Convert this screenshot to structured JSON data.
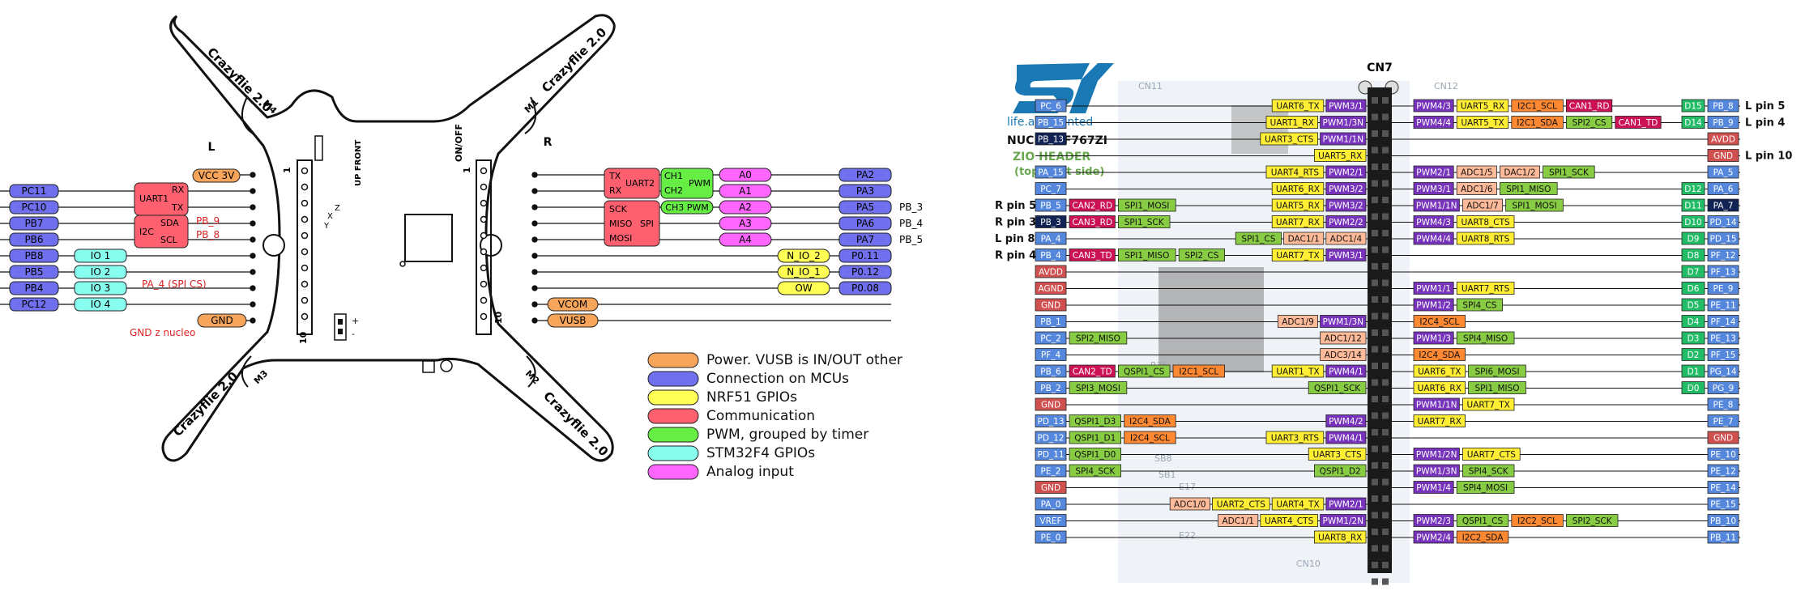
{
  "colors": {
    "power": "#f7a55a",
    "mcu": "#7070ee",
    "nrf": "#ffff55",
    "comm": "#ff6070",
    "pwm": "#66ee44",
    "stm": "#88ffee",
    "analog": "#ff66ff",
    "blue": "#5588dd",
    "red": "#d05050",
    "purple": "#7733bb",
    "yellow": "#ffee33",
    "salmon": "#ffbb99",
    "orange": "#ff8833",
    "green": "#88cc44",
    "darkgreen": "#44aa44",
    "magenta": "#cc1155",
    "navy": "#112255",
    "teal": "#22bb66",
    "annot_red": "#dd2222"
  },
  "left_diagram": {
    "header_L": "L",
    "header_R": "R",
    "arms": [
      "Crazyflie 2.0",
      "Crazyflie 2.0",
      "Crazyflie 2.0",
      "Crazyflie 2.0"
    ],
    "motors": [
      "M4",
      "M1",
      "M3",
      "M2"
    ],
    "front_label": "UP FRONT",
    "onoff_label": "ON/OFF",
    "pin_1_left": "1",
    "pin_10_left": "10",
    "pin_1_right": "1",
    "pin_10_right": "10",
    "xyz": [
      "X",
      "Y",
      "Z"
    ],
    "plus": "+",
    "minus": "-",
    "left_tags": {
      "vcc": "VCC 3V",
      "pc11": "PC11",
      "pc10": "PC10",
      "pb7": "PB7",
      "pb6": "PB6",
      "pb8": "PB8",
      "pb5": "PB5",
      "pb4": "PB4",
      "pc12": "PC12",
      "io1": "IO 1",
      "io2": "IO 2",
      "io3": "IO 3",
      "io4": "IO 4",
      "gnd": "GND",
      "uart1": "UART1",
      "rx": "RX",
      "tx": "TX",
      "i2c": "I2C",
      "sda": "SDA",
      "scl": "SCL"
    },
    "left_annot": {
      "pb9": "PB_9",
      "pb8": "PB_8",
      "pa4": "PA_4 (SPI CS)",
      "gnd_nucleo": "GND z nucleo"
    },
    "right_tags": {
      "tx": "TX",
      "rx": "RX",
      "uart2": "UART2",
      "sck": "SCK",
      "miso": "MISO",
      "mosi": "MOSI",
      "spi": "SPI",
      "ch1": "CH1",
      "ch2": "CH2",
      "pwm": "PWM",
      "ch3pwm": "CH3 PWM",
      "a0": "A0",
      "a1": "A1",
      "a2": "A2",
      "a3": "A3",
      "a4": "A4",
      "pa2": "PA2",
      "pa3": "PA3",
      "pa5": "PA5",
      "pa6": "PA6",
      "pa7": "PA7",
      "nio2": "N_IO_2",
      "nio1": "N_IO_1",
      "ow": "OW",
      "p011": "P0.11",
      "p012": "P0.12",
      "p008": "P0.08",
      "vcom": "VCOM",
      "vusb": "VUSB"
    },
    "right_annot": {
      "pb3": "PB_3",
      "pb4": "PB_4",
      "pb5": "PB_5"
    },
    "legend": [
      {
        "color": "power",
        "label": "Power. VUSB is IN/OUT other"
      },
      {
        "color": "mcu",
        "label": "Connection on MCUs"
      },
      {
        "color": "nrf",
        "label": "NRF51 GPIOs"
      },
      {
        "color": "comm",
        "label": "Communication"
      },
      {
        "color": "pwm",
        "label": "PWM, grouped by timer"
      },
      {
        "color": "stm",
        "label": "STM32F4 GPIOs"
      },
      {
        "color": "analog",
        "label": "Analog input"
      }
    ]
  },
  "right_diagram": {
    "connector_title": "CN7",
    "logo_text": "ST",
    "tagline": "life.augmented",
    "board_name": "NUCLEO-F767ZI",
    "header_name": "ZIO HEADER",
    "header_side": "(top right side)",
    "board_labels": [
      "CN12",
      "CN11",
      "R36",
      "SB8",
      "SB1",
      "E17",
      "E22",
      "CN10"
    ],
    "rows": [
      {
        "left": [
          [
            "blue",
            "PC_6"
          ]
        ],
        "mid": [
          [
            "yellow",
            "UART6_TX"
          ],
          [
            "purple",
            "PWM3/1"
          ]
        ],
        "r": [
          [
            "purple",
            "PWM4/3"
          ],
          [
            "yellow",
            "UART5_RX"
          ],
          [
            "orange",
            "I2C1_SCL"
          ],
          [
            "magenta",
            "CAN1_RD"
          ]
        ],
        "pin": [
          [
            "teal",
            "D15"
          ],
          [
            "blue",
            "PB_8"
          ]
        ],
        "note": "L pin 5"
      },
      {
        "left": [
          [
            "blue",
            "PB_15"
          ]
        ],
        "mid": [
          [
            "yellow",
            "UART1_RX"
          ],
          [
            "purple",
            "PWM1/3N"
          ]
        ],
        "r": [
          [
            "purple",
            "PWM4/4"
          ],
          [
            "yellow",
            "UART5_TX"
          ],
          [
            "orange",
            "I2C1_SDA"
          ],
          [
            "green",
            "SPI2_CS"
          ],
          [
            "magenta",
            "CAN1_TD"
          ]
        ],
        "pin": [
          [
            "teal",
            "D14"
          ],
          [
            "blue",
            "PB_9"
          ]
        ],
        "note": "L pin 4"
      },
      {
        "left": [
          [
            "navy",
            "PB_13"
          ]
        ],
        "mid": [
          [
            "yellow",
            "UART3_CTS"
          ],
          [
            "purple",
            "PWM1/1N"
          ]
        ],
        "r": [],
        "pin": [
          [
            "red",
            "AVDD"
          ]
        ],
        "note": ""
      },
      {
        "left": [],
        "mid": [
          [
            "yellow",
            "UART5_RX"
          ]
        ],
        "r": [],
        "pin": [
          [
            "red",
            "GND"
          ]
        ],
        "note": "L pin 10"
      },
      {
        "left": [
          [
            "blue",
            "PA_15"
          ]
        ],
        "mid": [
          [
            "yellow",
            "UART4_RTS"
          ],
          [
            "purple",
            "PWM2/1"
          ]
        ],
        "r": [
          [
            "purple",
            "PWM2/1"
          ],
          [
            "salmon",
            "ADC1/5"
          ],
          [
            "salmon",
            "DAC1/2"
          ],
          [
            "green",
            "SPI1_SCK"
          ]
        ],
        "pin": [
          [
            "blue",
            "PA_5"
          ]
        ],
        "note": ""
      },
      {
        "left": [
          [
            "blue",
            "PC_7"
          ]
        ],
        "mid": [
          [
            "yellow",
            "UART6_RX"
          ],
          [
            "purple",
            "PWM3/2"
          ]
        ],
        "r": [
          [
            "purple",
            "PWM3/1"
          ],
          [
            "salmon",
            "ADC1/6"
          ],
          [
            "green",
            "SPI1_MISO"
          ]
        ],
        "pin": [
          [
            "teal",
            "D12"
          ],
          [
            "blue",
            "PA_6"
          ]
        ],
        "note": ""
      },
      {
        "left": [
          [
            "blue",
            "PB_5"
          ],
          [
            "magenta",
            "CAN2_RD"
          ],
          [
            "green",
            "SPI1_MOSI"
          ]
        ],
        "mid": [
          [
            "yellow",
            "UART5_RX"
          ],
          [
            "purple",
            "PWM3/2"
          ]
        ],
        "r": [
          [
            "purple",
            "PWM1/1N"
          ],
          [
            "salmon",
            "ADC1/7"
          ],
          [
            "green",
            "SPI1_MOSI"
          ]
        ],
        "pin": [
          [
            "teal",
            "D11"
          ],
          [
            "navy",
            "PA_7"
          ]
        ],
        "note": "",
        "lnote": "R pin 5"
      },
      {
        "left": [
          [
            "navy",
            "PB_3"
          ],
          [
            "magenta",
            "CAN3_RD"
          ],
          [
            "green",
            "SPI1_SCK"
          ]
        ],
        "mid": [
          [
            "yellow",
            "UART7_RX"
          ],
          [
            "purple",
            "PWM2/2"
          ]
        ],
        "r": [
          [
            "purple",
            "PWM4/3"
          ],
          [
            "yellow",
            "UART8_CTS"
          ]
        ],
        "pin": [
          [
            "teal",
            "D10"
          ],
          [
            "blue",
            "PD_14"
          ]
        ],
        "note": "",
        "lnote": "R pin 3"
      },
      {
        "left": [
          [
            "blue",
            "PA_4"
          ]
        ],
        "mid": [
          [
            "green",
            "SPI1_CS"
          ],
          [
            "salmon",
            "DAC1/1"
          ],
          [
            "salmon",
            "ADC1/4"
          ]
        ],
        "r": [
          [
            "purple",
            "PWM4/4"
          ],
          [
            "yellow",
            "UART8_RTS"
          ]
        ],
        "pin": [
          [
            "teal",
            "D9"
          ],
          [
            "blue",
            "PD_15"
          ]
        ],
        "note": "",
        "lnote": "L pin 8"
      },
      {
        "left": [
          [
            "blue",
            "PB_4"
          ],
          [
            "magenta",
            "CAN3_TD"
          ],
          [
            "green",
            "SPI1_MISO"
          ],
          [
            "green",
            "SPI2_CS"
          ]
        ],
        "mid": [
          [
            "yellow",
            "UART7_TX"
          ],
          [
            "purple",
            "PWM3/1"
          ]
        ],
        "r": [],
        "pin": [
          [
            "teal",
            "D8"
          ],
          [
            "blue",
            "PF_12"
          ]
        ],
        "note": "",
        "lnote": "R pin 4"
      },
      {
        "left": [
          [
            "red",
            "AVDD"
          ]
        ],
        "mid": [],
        "r": [],
        "pin": [
          [
            "teal",
            "D7"
          ],
          [
            "blue",
            "PF_13"
          ]
        ],
        "note": ""
      },
      {
        "left": [
          [
            "red",
            "AGND"
          ]
        ],
        "mid": [],
        "r": [
          [
            "purple",
            "PWM1/1"
          ],
          [
            "yellow",
            "UART7_RTS"
          ]
        ],
        "pin": [
          [
            "teal",
            "D6"
          ],
          [
            "blue",
            "PE_9"
          ]
        ],
        "note": ""
      },
      {
        "left": [
          [
            "red",
            "GND"
          ]
        ],
        "mid": [],
        "r": [
          [
            "purple",
            "PWM1/2"
          ],
          [
            "green",
            "SPI4_CS"
          ]
        ],
        "pin": [
          [
            "teal",
            "D5"
          ],
          [
            "blue",
            "PE_11"
          ]
        ],
        "note": ""
      },
      {
        "left": [
          [
            "blue",
            "PB_1"
          ]
        ],
        "mid": [
          [
            "salmon",
            "ADC1/9"
          ],
          [
            "purple",
            "PWM1/3N"
          ]
        ],
        "r": [
          [
            "orange",
            "I2C4_SCL"
          ]
        ],
        "pin": [
          [
            "teal",
            "D4"
          ],
          [
            "blue",
            "PF_14"
          ]
        ],
        "note": ""
      },
      {
        "left": [
          [
            "blue",
            "PC_2"
          ],
          [
            "green",
            "SPI2_MISO"
          ]
        ],
        "mid": [
          [
            "salmon",
            "ADC1/12"
          ]
        ],
        "r": [
          [
            "purple",
            "PWM1/3"
          ],
          [
            "green",
            "SPI4_MISO"
          ]
        ],
        "pin": [
          [
            "teal",
            "D3"
          ],
          [
            "blue",
            "PE_13"
          ]
        ],
        "note": ""
      },
      {
        "left": [
          [
            "blue",
            "PF_4"
          ]
        ],
        "mid": [
          [
            "salmon",
            "ADC3/14"
          ]
        ],
        "r": [
          [
            "orange",
            "I2C4_SDA"
          ]
        ],
        "pin": [
          [
            "teal",
            "D2"
          ],
          [
            "blue",
            "PF_15"
          ]
        ],
        "note": ""
      },
      {
        "left": [
          [
            "blue",
            "PB_6"
          ],
          [
            "magenta",
            "CAN2_TD"
          ],
          [
            "green",
            "QSPI1_CS"
          ],
          [
            "orange",
            "I2C1_SCL"
          ]
        ],
        "mid": [
          [
            "yellow",
            "UART1_TX"
          ],
          [
            "purple",
            "PWM4/1"
          ]
        ],
        "r": [
          [
            "yellow",
            "UART6_TX"
          ],
          [
            "green",
            "SPI6_MOSI"
          ]
        ],
        "pin": [
          [
            "teal",
            "D1"
          ],
          [
            "blue",
            "PG_14"
          ]
        ],
        "note": ""
      },
      {
        "left": [
          [
            "blue",
            "PB_2"
          ],
          [
            "green",
            "SPI3_MOSI"
          ]
        ],
        "mid": [
          [
            "green",
            "QSPI1_SCK"
          ]
        ],
        "r": [
          [
            "yellow",
            "UART6_RX"
          ],
          [
            "green",
            "SPI1_MISO"
          ]
        ],
        "pin": [
          [
            "teal",
            "D0"
          ],
          [
            "blue",
            "PG_9"
          ]
        ],
        "note": ""
      },
      {
        "left": [
          [
            "red",
            "GND"
          ]
        ],
        "mid": [],
        "r": [
          [
            "purple",
            "PWM1/1N"
          ],
          [
            "yellow",
            "UART7_TX"
          ]
        ],
        "pin": [
          [
            "blue",
            "PE_8"
          ]
        ],
        "note": ""
      },
      {
        "left": [
          [
            "blue",
            "PD_13"
          ],
          [
            "green",
            "QSPI1_D3"
          ],
          [
            "orange",
            "I2C4_SDA"
          ]
        ],
        "mid": [
          [
            "purple",
            "PWM4/2"
          ]
        ],
        "r": [
          [
            "yellow",
            "UART7_RX"
          ]
        ],
        "pin": [
          [
            "blue",
            "PE_7"
          ]
        ],
        "note": ""
      },
      {
        "left": [
          [
            "blue",
            "PD_12"
          ],
          [
            "green",
            "QSPI1_D1"
          ],
          [
            "orange",
            "I2C4_SCL"
          ]
        ],
        "mid": [
          [
            "yellow",
            "UART3_RTS"
          ],
          [
            "purple",
            "PWM4/1"
          ]
        ],
        "r": [],
        "pin": [
          [
            "red",
            "GND"
          ]
        ],
        "note": ""
      },
      {
        "left": [
          [
            "blue",
            "PD_11"
          ],
          [
            "green",
            "QSPI1_D0"
          ]
        ],
        "mid": [
          [
            "yellow",
            "UART3_CTS"
          ]
        ],
        "r": [
          [
            "purple",
            "PWM1/2N"
          ],
          [
            "yellow",
            "UART7_CTS"
          ]
        ],
        "pin": [
          [
            "blue",
            "PE_10"
          ]
        ],
        "note": ""
      },
      {
        "left": [
          [
            "blue",
            "PE_2"
          ],
          [
            "green",
            "SPI4_SCK"
          ]
        ],
        "mid": [
          [
            "green",
            "QSPI1_D2"
          ]
        ],
        "r": [
          [
            "purple",
            "PWM1/3N"
          ],
          [
            "green",
            "SPI4_SCK"
          ]
        ],
        "pin": [
          [
            "blue",
            "PE_12"
          ]
        ],
        "note": ""
      },
      {
        "left": [
          [
            "red",
            "GND"
          ]
        ],
        "mid": [],
        "r": [
          [
            "purple",
            "PWM1/4"
          ],
          [
            "green",
            "SPI4_MOSI"
          ]
        ],
        "pin": [
          [
            "blue",
            "PE_14"
          ]
        ],
        "note": ""
      },
      {
        "left": [
          [
            "blue",
            "PA_0"
          ]
        ],
        "mid": [
          [
            "salmon",
            "ADC1/0"
          ],
          [
            "yellow",
            "UART2_CTS"
          ],
          [
            "yellow",
            "UART4_TX"
          ],
          [
            "purple",
            "PWM2/1"
          ]
        ],
        "r": [],
        "pin": [
          [
            "blue",
            "PE_15"
          ]
        ],
        "note": ""
      },
      {
        "left": [
          [
            "blue",
            "VREF"
          ]
        ],
        "mid": [
          [
            "salmon",
            "ADC1/1"
          ],
          [
            "yellow",
            "UART4_CTS"
          ],
          [
            "purple",
            "PWM1/2N"
          ]
        ],
        "r": [
          [
            "purple",
            "PWM2/3"
          ],
          [
            "green",
            "QSPI1_CS"
          ],
          [
            "orange",
            "I2C2_SCL"
          ],
          [
            "green",
            "SPI2_SCK"
          ]
        ],
        "pin": [
          [
            "blue",
            "PB_10"
          ]
        ],
        "note": ""
      },
      {
        "left": [
          [
            "blue",
            "PE_0"
          ]
        ],
        "mid": [
          [
            "yellow",
            "UART8_RX"
          ]
        ],
        "r": [
          [
            "purple",
            "PWM2/4"
          ],
          [
            "orange",
            "I2C2_SDA"
          ]
        ],
        "pin": [
          [
            "blue",
            "PB_11"
          ]
        ],
        "note": ""
      }
    ]
  }
}
